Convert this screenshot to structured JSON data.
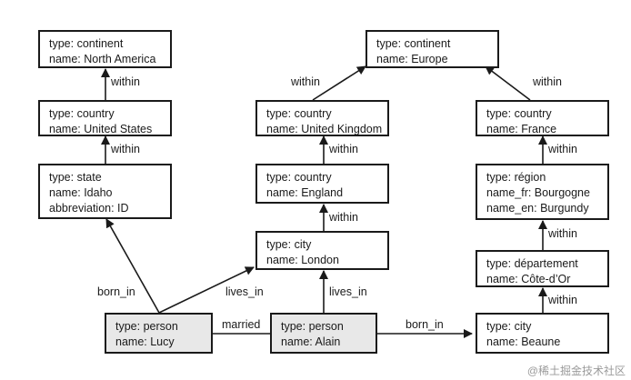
{
  "nodes": {
    "north_america": [
      "type: continent",
      "name: North America"
    ],
    "united_states": [
      "type: country",
      "name: United States"
    ],
    "idaho": [
      "type: state",
      "name: Idaho",
      "abbreviation: ID"
    ],
    "europe": [
      "type: continent",
      "name: Europe"
    ],
    "united_kingdom": [
      "type: country",
      "name: United Kingdom"
    ],
    "england": [
      "type: country",
      "name: England"
    ],
    "london": [
      "type: city",
      "name: London"
    ],
    "france": [
      "type: country",
      "name: France"
    ],
    "bourgogne": [
      "type: région",
      "name_fr: Bourgogne",
      "name_en: Burgundy"
    ],
    "cote_dor": [
      "type: département",
      "name: Côte-d’Or"
    ],
    "beaune": [
      "type: city",
      "name: Beaune"
    ],
    "lucy": [
      "type: person",
      "name: Lucy"
    ],
    "alain": [
      "type: person",
      "name: Alain"
    ]
  },
  "edges": {
    "us_within": "within",
    "idaho_within": "within",
    "uk_within": "within",
    "england_within": "within",
    "london_within": "within",
    "france_within": "within",
    "bourgogne_within": "within",
    "cotedor_within": "within",
    "beaune_within": "within",
    "lucy_born_in": "born_in",
    "lucy_lives_in": "lives_in",
    "married": "married",
    "alain_lives_in": "lives_in",
    "alain_born_in": "born_in"
  },
  "watermark": "@稀土掘金技术社区"
}
